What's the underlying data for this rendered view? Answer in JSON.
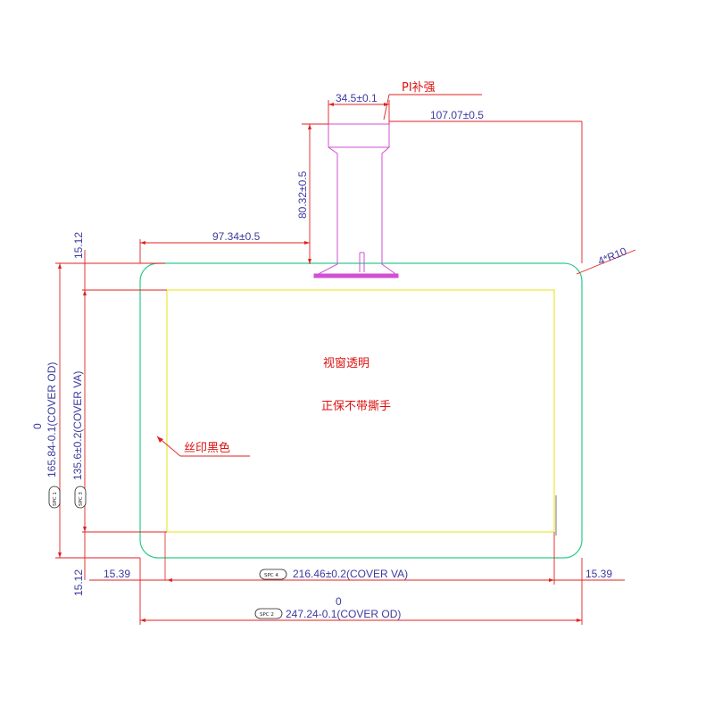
{
  "dimensions": {
    "pi_width": "34.5±0.1",
    "tail_offset_right": "107.07±0.5",
    "tail_length": "80.32±0.5",
    "tail_offset_left": "97.34±0.5",
    "top_margin": "15.12",
    "bottom_margin": "15.12",
    "corner_radius": "4*R10",
    "od_height_zero": "0",
    "od_height": "165.84-0.1(COVER OD)",
    "va_height": "135.6±0.2(COVER VA)",
    "left_margin": "15.39",
    "right_margin": "15.39",
    "va_width": "216.46±0.2(COVER VA)",
    "od_width_zero": "0",
    "od_width": "247.24-0.1(COVER OD)"
  },
  "notes": {
    "pi_stiffener": "PI补强",
    "window_transparent": "视窗透明",
    "no_tear_tape": "正保不带撕手",
    "silkscreen_black": "丝印黑色"
  },
  "spc_badges": {
    "spc1": "SPC 1",
    "spc3": "SPC 3",
    "spc4": "SPC 4",
    "spc2": "SPC 2"
  },
  "colors": {
    "outline": "#2fc98a",
    "view_area": "#e8e838",
    "fpc": "#d24fd2",
    "dim_line": "#e02020",
    "text": "#3a3aa0",
    "note": "#d11111"
  }
}
